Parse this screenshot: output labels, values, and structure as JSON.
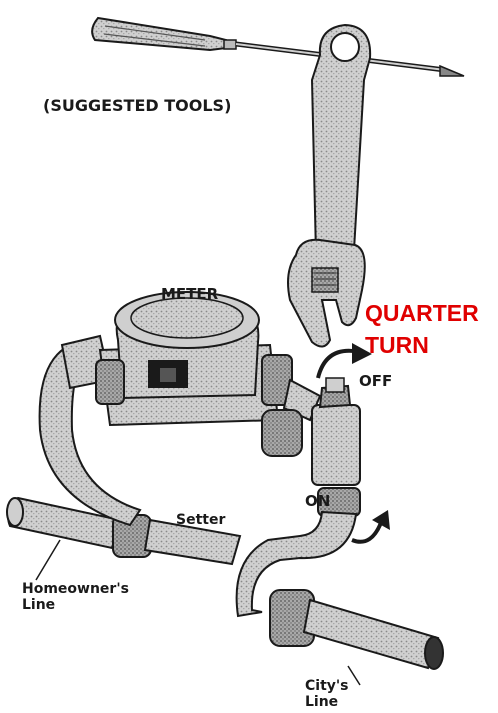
{
  "labels": {
    "suggested_tools": "(SUGGESTED TOOLS)",
    "meter": "METER",
    "quarter": "QUARTER",
    "turn": "TURN",
    "off": "OFF",
    "on": "ON",
    "setter": "Setter",
    "homeowners_line": {
      "line1": "Homeowner's",
      "line2": "Line"
    },
    "citys_line": {
      "line1": "City's",
      "line2": "Line"
    }
  },
  "colors": {
    "ink": "#1a1a1a",
    "highlight": "#e00000",
    "metal": "#c9c9c9",
    "metal_dark": "#8a8a8a"
  },
  "icons": [
    "screwdriver-icon",
    "adjustable-wrench-icon",
    "water-meter-icon",
    "curb-valve-icon",
    "turn-arrow-icon"
  ]
}
